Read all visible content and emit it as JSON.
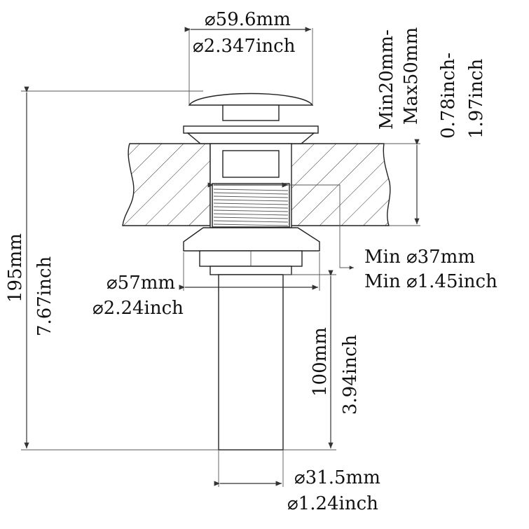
{
  "dimensions": {
    "cap_diameter": {
      "mm": "⌀59.6mm",
      "inch": "⌀2.347inch"
    },
    "thickness_range": {
      "mm_min": "Min20mm-",
      "mm_max": "Max50mm",
      "inch_min": "0.78inch-",
      "inch_max": "1.97inch"
    },
    "thread_min": {
      "mm": "Min ⌀37mm",
      "inch": "Min ⌀1.45inch"
    },
    "flange_diameter": {
      "mm": "⌀57mm",
      "inch": "⌀2.24inch"
    },
    "total_height": {
      "mm": "195mm",
      "inch": "7.67inch"
    },
    "tail_length": {
      "mm": "100mm",
      "inch": "3.94inch"
    },
    "tail_diameter": {
      "mm": "⌀31.5mm",
      "inch": "⌀1.24inch"
    }
  }
}
